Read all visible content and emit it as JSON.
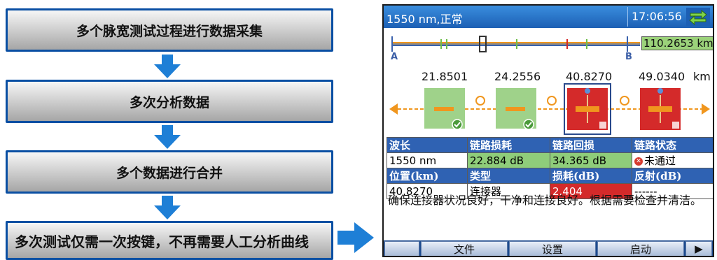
{
  "flow": {
    "steps": [
      "多个脉宽测试过程进行数据采集",
      "多次分析数据",
      "多个数据进行合并",
      "多次测试仅需一次按键，不再需要人工分析曲线"
    ]
  },
  "device": {
    "title": "1550 nm,正常",
    "time": "17:06:56",
    "ruler": {
      "marker_a": "A",
      "marker_b": "B",
      "distance": "110.2653 km"
    },
    "distances": [
      "21.8501",
      "24.2556",
      "40.8270",
      "49.0340"
    ],
    "distance_unit": "km",
    "table": {
      "headers1": [
        "波长",
        "链路损耗",
        "链路回损",
        "链路状态"
      ],
      "row1": [
        "1550 nm",
        "22.884 dB",
        "34.365 dB",
        "未通过"
      ],
      "headers2": [
        "位置(km)",
        "类型",
        "损耗(dB)",
        "反射(dB)"
      ],
      "row2": [
        "40.8270",
        "连接器",
        "2.404",
        "------"
      ]
    },
    "message": "确保连接器状况良好，干净和连接良好。根据需要检查并清洁。",
    "softkeys": {
      "file": "文件",
      "settings": "设置",
      "start": "启动",
      "next": "▶"
    }
  },
  "colors": {
    "flow_border": "#0a4fa3",
    "title_bar": "#2a77cc",
    "header_cell": "#2f62b3",
    "pass_green": "#8fcd7a",
    "fail_red": "#d42a2a",
    "fiber_orange": "#f0961e"
  }
}
